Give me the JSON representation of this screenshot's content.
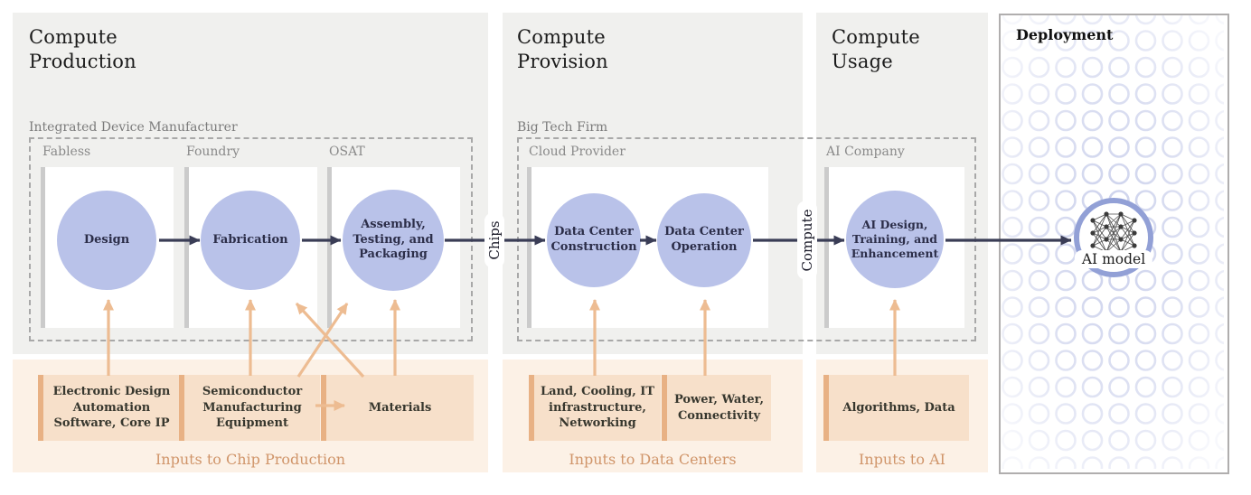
{
  "production": {
    "title": "Compute Production",
    "org": "Integrated Device Manufacturer",
    "units": [
      {
        "label": "Fabless",
        "node": "Design"
      },
      {
        "label": "Foundry",
        "node": "Fabrication"
      },
      {
        "label": "OSAT",
        "node": "Assembly, Testing, and Packaging"
      }
    ],
    "inputs": [
      "Electronic Design Automation Software, Core IP",
      "Semiconductor Manufacturing Equipment",
      "Materials"
    ],
    "caption": "Inputs to Chip Production"
  },
  "provision": {
    "title": "Compute Provision",
    "org": "Big Tech Firm",
    "unit_label": "Cloud Provider",
    "nodes": [
      "Data Center Construction",
      "Data Center Operation"
    ],
    "inputs": [
      "Land, Cooling, IT infrastructure, Networking",
      "Power, Water, Connectivity"
    ],
    "caption": "Inputs to Data Centers"
  },
  "usage": {
    "title": "Compute Usage",
    "unit_label": "AI Company",
    "node": "AI Design, Training, and Enhance­ment",
    "inputs": [
      "Algorithms, Data"
    ],
    "caption": "Inputs to AI"
  },
  "deployment": {
    "title": "Deployment",
    "model": "AI model"
  },
  "flow": {
    "chips": "Chips",
    "compute": "Compute"
  },
  "colors": {
    "section_bg": "#f0f0ee",
    "inputs_bg": "#fcf1e6",
    "node_fill": "#b9c2e9",
    "node_text": "#2c2e49",
    "flow_arrow": "#3a3d56",
    "input_arrow": "#edbc92",
    "input_box_fill": "#f7e0ca",
    "input_box_accent": "#e8b184",
    "caption_text": "#d0956a",
    "model_ring": "#92a0d6"
  }
}
